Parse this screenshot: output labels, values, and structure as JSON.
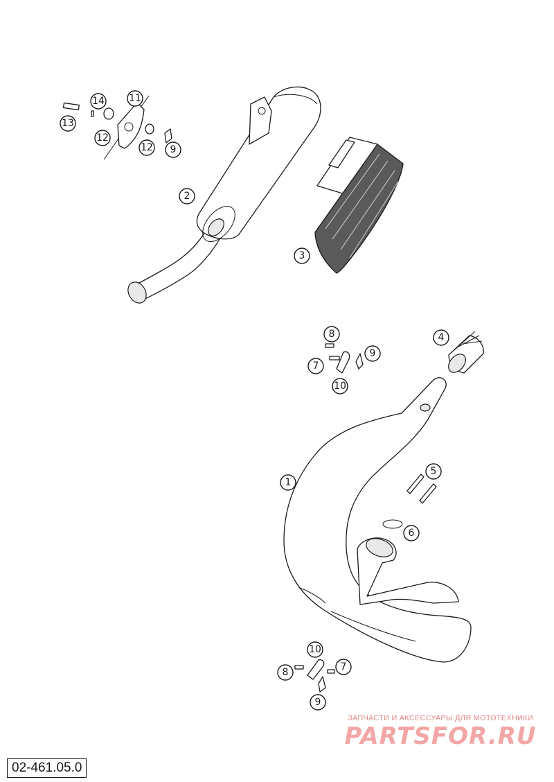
{
  "callouts": [
    {
      "label": "1"
    },
    {
      "label": "2"
    },
    {
      "label": "3"
    },
    {
      "label": "4"
    },
    {
      "label": "5"
    },
    {
      "label": "6"
    },
    {
      "label": "7"
    },
    {
      "label": "7"
    },
    {
      "label": "8"
    },
    {
      "label": "8"
    },
    {
      "label": "9"
    },
    {
      "label": "9"
    },
    {
      "label": "9"
    },
    {
      "label": "10"
    },
    {
      "label": "10"
    },
    {
      "label": "11"
    },
    {
      "label": "12"
    },
    {
      "label": "12"
    },
    {
      "label": "13"
    },
    {
      "label": "14"
    }
  ],
  "diagram_code": "02-461.05.0",
  "watermark": {
    "caption": "ЗАПЧАСТИ И АКСЕССУАРЫ ДЛЯ МОТОТЕХНИКИ",
    "logo": "PARTSFOR.RU",
    "color": "#f2a6a6"
  }
}
